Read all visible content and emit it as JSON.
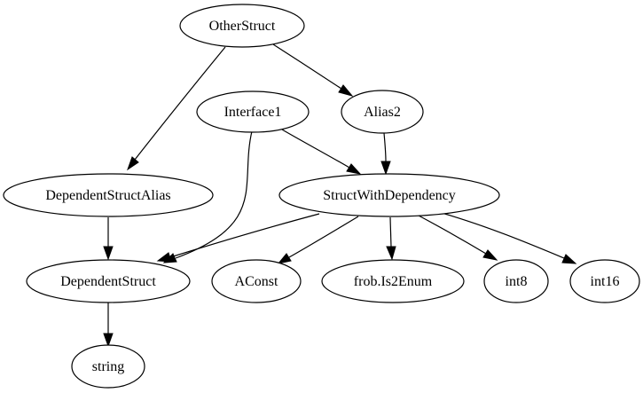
{
  "graph": {
    "nodes": [
      {
        "id": "OtherStruct",
        "label": "OtherStruct"
      },
      {
        "id": "Interface1",
        "label": "Interface1"
      },
      {
        "id": "Alias2",
        "label": "Alias2"
      },
      {
        "id": "DependentStructAlias",
        "label": "DependentStructAlias"
      },
      {
        "id": "StructWithDependency",
        "label": "StructWithDependency"
      },
      {
        "id": "DependentStruct",
        "label": "DependentStruct"
      },
      {
        "id": "AConst",
        "label": "AConst"
      },
      {
        "id": "frob.Is2Enum",
        "label": "frob.Is2Enum"
      },
      {
        "id": "int8",
        "label": "int8"
      },
      {
        "id": "int16",
        "label": "int16"
      },
      {
        "id": "string",
        "label": "string"
      }
    ],
    "edges": [
      {
        "from": "OtherStruct",
        "to": "DependentStructAlias"
      },
      {
        "from": "OtherStruct",
        "to": "Alias2"
      },
      {
        "from": "Interface1",
        "to": "StructWithDependency"
      },
      {
        "from": "Interface1",
        "to": "DependentStruct"
      },
      {
        "from": "Alias2",
        "to": "StructWithDependency"
      },
      {
        "from": "DependentStructAlias",
        "to": "DependentStruct"
      },
      {
        "from": "StructWithDependency",
        "to": "DependentStruct"
      },
      {
        "from": "StructWithDependency",
        "to": "AConst"
      },
      {
        "from": "StructWithDependency",
        "to": "frob.Is2Enum"
      },
      {
        "from": "StructWithDependency",
        "to": "int8"
      },
      {
        "from": "StructWithDependency",
        "to": "int16"
      },
      {
        "from": "DependentStruct",
        "to": "string"
      }
    ]
  }
}
